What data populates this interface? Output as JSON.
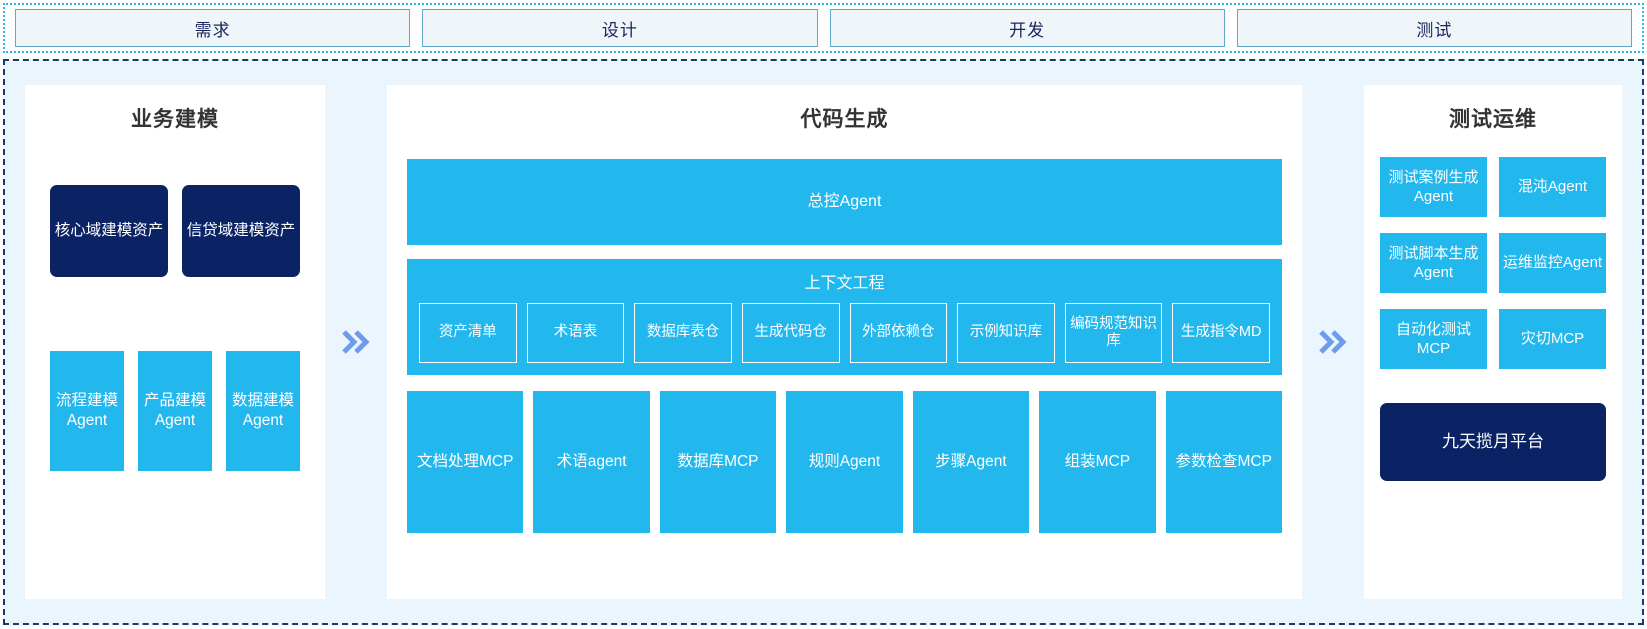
{
  "phases": [
    {
      "label": "需求"
    },
    {
      "label": "设计"
    },
    {
      "label": "开发"
    },
    {
      "label": "测试"
    }
  ],
  "colors": {
    "cyan": "#22b8ee",
    "navy": "#0b2364",
    "background": "#eaf5fd",
    "chevron": "#6e9ced",
    "phase_fill": "#eff5f9",
    "phase_border": "#5fa8c8"
  },
  "panels": {
    "business_modeling": {
      "title": "业务建模",
      "assets": [
        {
          "label": "核心域建模资产"
        },
        {
          "label": "信贷域建模资产"
        }
      ],
      "agents": [
        {
          "label": "流程建模Agent"
        },
        {
          "label": "产品建模Agent"
        },
        {
          "label": "数据建模Agent"
        }
      ]
    },
    "code_generation": {
      "title": "代码生成",
      "master_agent": {
        "label": "总控Agent"
      },
      "context_engineering": {
        "title": "上下文工程",
        "items": [
          {
            "label": "资产清单"
          },
          {
            "label": "术语表"
          },
          {
            "label": "数据库表仓"
          },
          {
            "label": "生成代码仓"
          },
          {
            "label": "外部依赖仓"
          },
          {
            "label": "示例知识库"
          },
          {
            "label": "编码规范知识库"
          },
          {
            "label": "生成指令MD"
          }
        ]
      },
      "tools": [
        {
          "label": "文档处理MCP"
        },
        {
          "label": "术语agent"
        },
        {
          "label": "数据库MCP"
        },
        {
          "label": "规则Agent"
        },
        {
          "label": "步骤Agent"
        },
        {
          "label": "组装MCP"
        },
        {
          "label": "参数检查MCP"
        }
      ]
    },
    "test_ops": {
      "title": "测试运维",
      "items": [
        {
          "label": "测试案例生成Agent"
        },
        {
          "label": "混沌Agent"
        },
        {
          "label": "测试脚本生成Agent"
        },
        {
          "label": "运维监控Agent"
        },
        {
          "label": "自动化测试MCP"
        },
        {
          "label": "灾切MCP"
        }
      ],
      "platform": {
        "label": "九天揽月平台"
      }
    }
  },
  "arrows": {
    "left_to_center": "double-chevron-right-icon",
    "center_to_right": "double-chevron-right-icon"
  }
}
